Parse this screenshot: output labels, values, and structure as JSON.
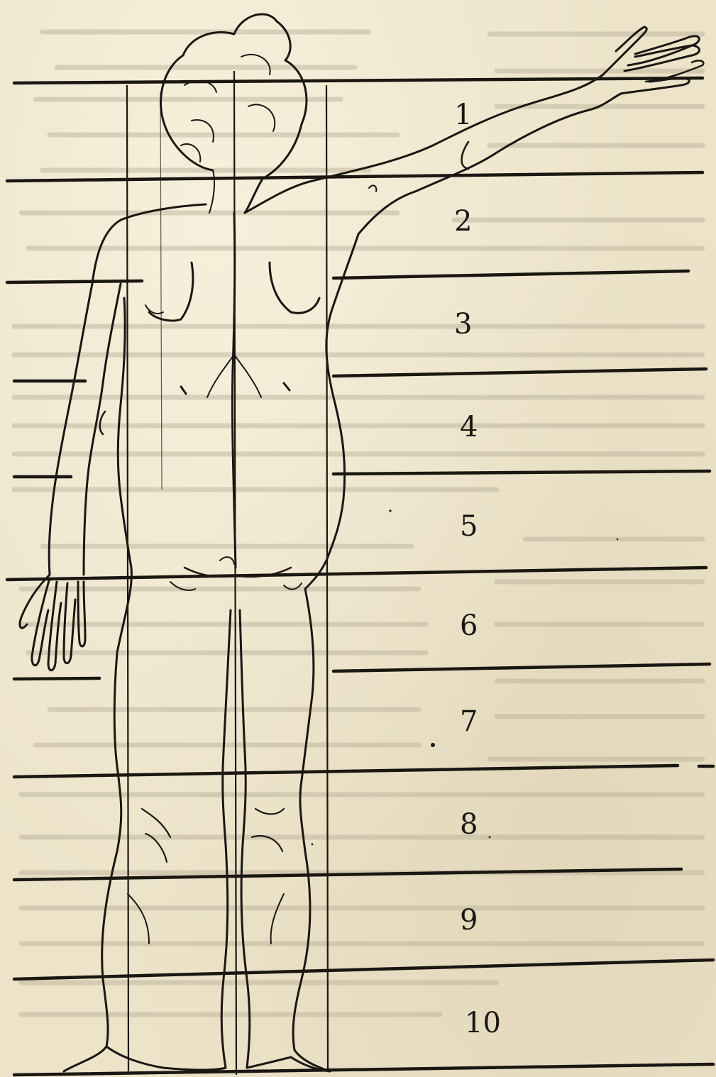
{
  "figure": {
    "measure_numbers": [
      "1",
      "2",
      "3",
      "4",
      "5",
      "6",
      "7",
      "8",
      "9",
      "10"
    ]
  },
  "colors": {
    "paper": "#ece3c9",
    "ink": "#1a1712",
    "bleed_through": "#b8ae98"
  }
}
